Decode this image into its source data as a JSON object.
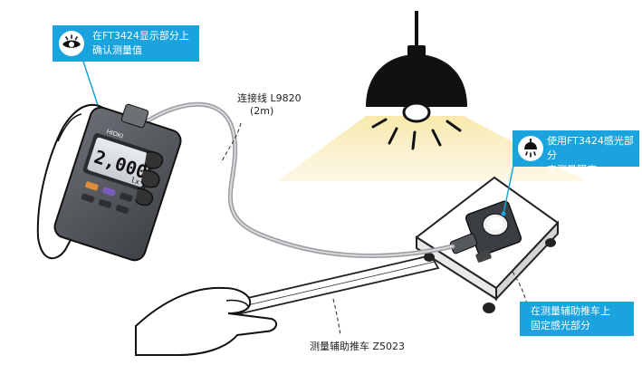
{
  "callouts": {
    "display": {
      "line1": "在FT3424显示部分上",
      "line2": "确认测量值",
      "icon": "eye-icon"
    },
    "sensor": {
      "line1": "使用FT3424感光部分",
      "line2": "来测量照度",
      "icon": "lamp-icon"
    },
    "fixing": {
      "line1": "在测量辅助推车上",
      "line2": "固定感光部分"
    }
  },
  "labels": {
    "cable_line1": "连接线  L9820",
    "cable_line2": "(2m)",
    "cart": "测量辅助推车 Z5023"
  },
  "meter": {
    "reading": "2,000",
    "unit": "lx",
    "brand": "HIOKI"
  },
  "colors": {
    "callout": "#1aa3dd",
    "light": "#f7e6a8",
    "meter_body": "#55585d"
  }
}
